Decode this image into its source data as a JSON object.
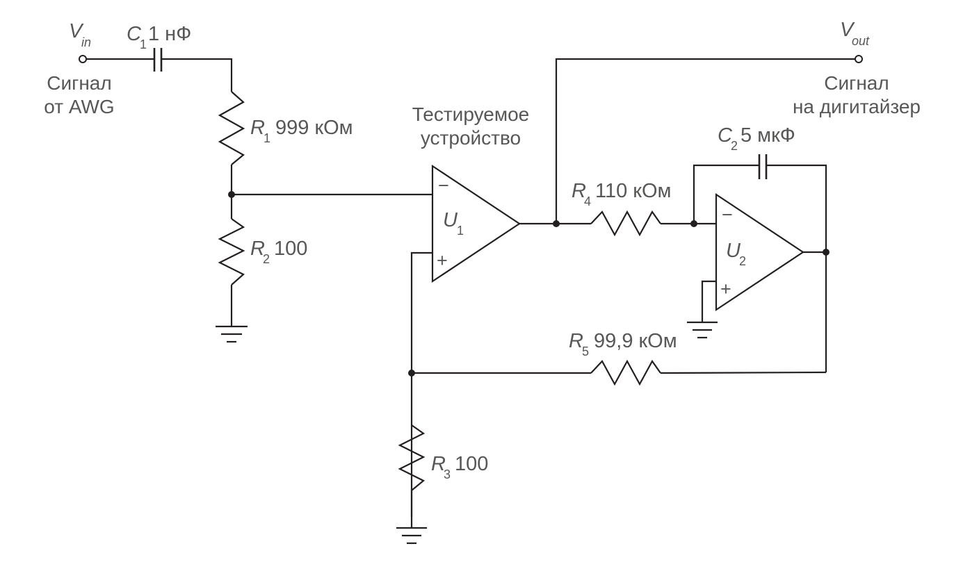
{
  "terminals": {
    "vin": {
      "symbol": "V",
      "sub": "in",
      "caption": [
        "Сигнал",
        "от AWG"
      ]
    },
    "vout": {
      "symbol": "V",
      "sub": "out",
      "caption": [
        "Сигнал",
        "на дигитайзер"
      ]
    }
  },
  "dut_caption": [
    "Тестируемое",
    "устройство"
  ],
  "components": {
    "c1": {
      "letter": "C",
      "index": "1",
      "value": "1 нФ"
    },
    "c2": {
      "letter": "C",
      "index": "2",
      "value": "5 мкФ"
    },
    "r1": {
      "letter": "R",
      "index": "1",
      "value": "999 кОм"
    },
    "r2": {
      "letter": "R",
      "index": "2",
      "value": "100"
    },
    "r3": {
      "letter": "R",
      "index": "3",
      "value": "100"
    },
    "r4": {
      "letter": "R",
      "index": "4",
      "value": "110 кОм"
    },
    "r5": {
      "letter": "R",
      "index": "5",
      "value": "99,9 кОм"
    },
    "u1": {
      "letter": "U",
      "index": "1",
      "minus": "−",
      "plus": "+"
    },
    "u2": {
      "letter": "U",
      "index": "2",
      "minus": "−",
      "plus": "+"
    }
  }
}
